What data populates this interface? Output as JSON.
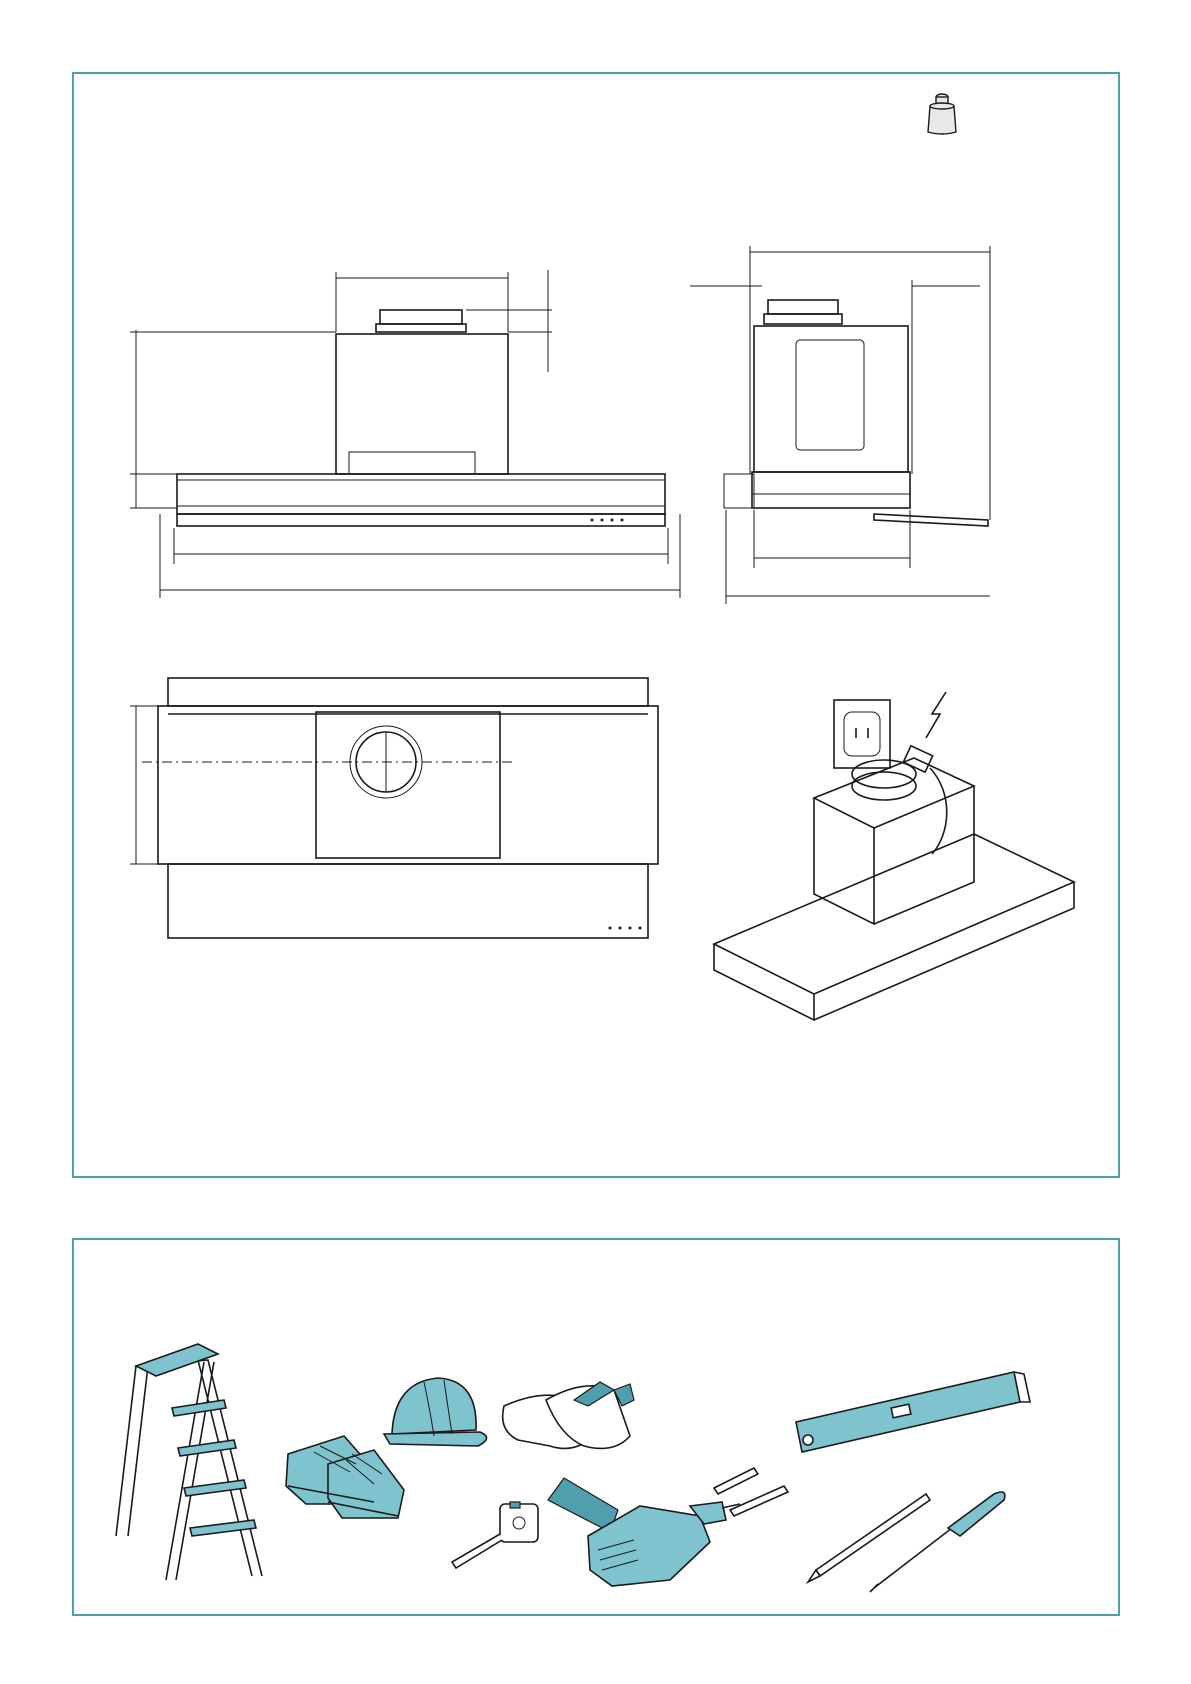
{
  "page": {
    "type": "installation-instructions",
    "figures": [
      "front-dimension-view",
      "side-dimension-view",
      "bottom-view",
      "electrical-connection-view",
      "weight-icon"
    ],
    "tools": [
      "ladder",
      "safety-shoes",
      "hard-hat",
      "tape-measure",
      "work-gloves",
      "power-drill",
      "wall-anchors",
      "spirit-level",
      "pencil",
      "screwdriver"
    ],
    "colors": {
      "frame": "#4f9fae",
      "tool-fill": "#7fc3cf",
      "line": "#1a1a1a"
    }
  }
}
